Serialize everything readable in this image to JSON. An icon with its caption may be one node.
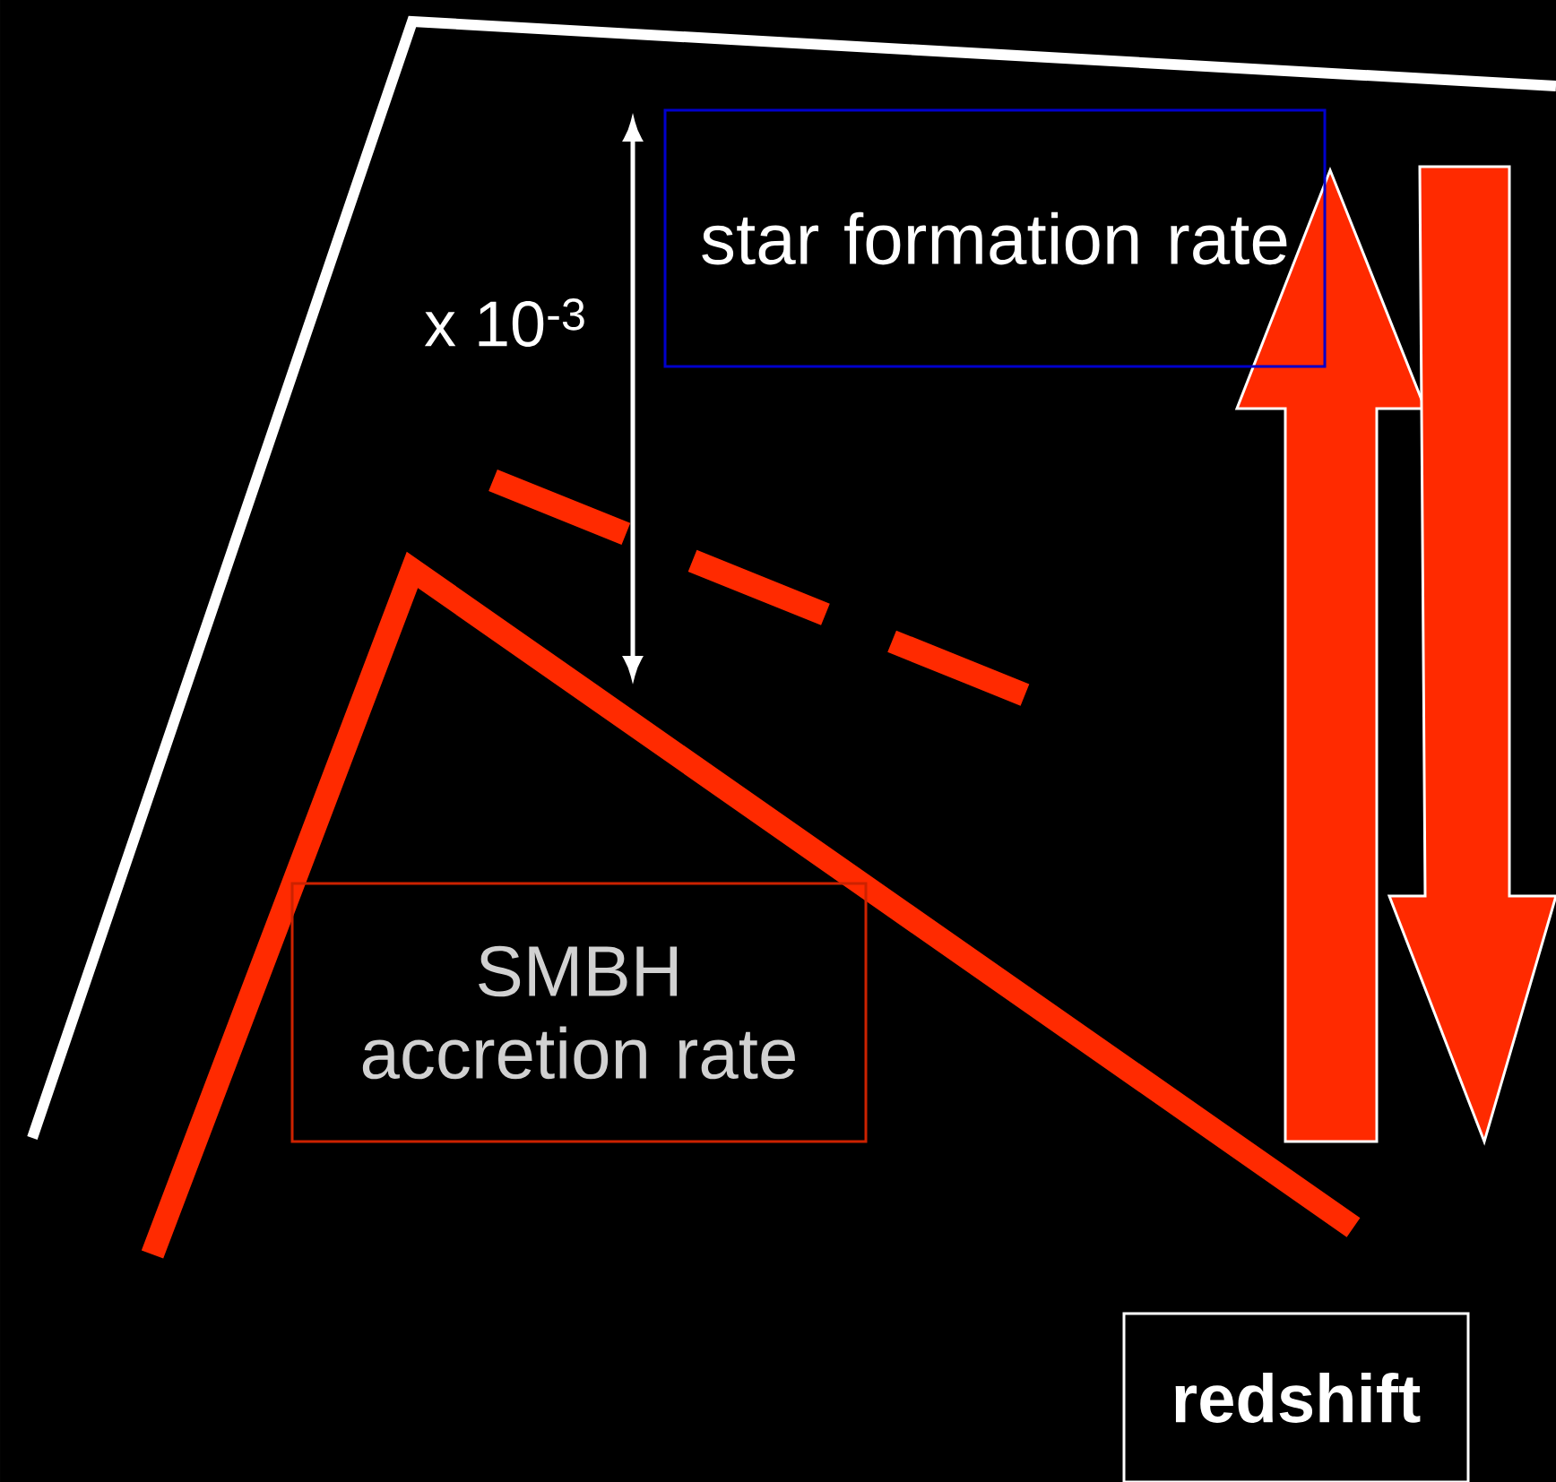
{
  "diagram": {
    "nodes": [
      {
        "text": [
          "star formation rate"
        ]
      },
      {
        "text": [
          "SMBH accretion rate"
        ]
      },
      {
        "text": [
          "redshift"
        ]
      }
    ],
    "labels": [
      "x 10$^{-3}$"
    ]
  }
}
